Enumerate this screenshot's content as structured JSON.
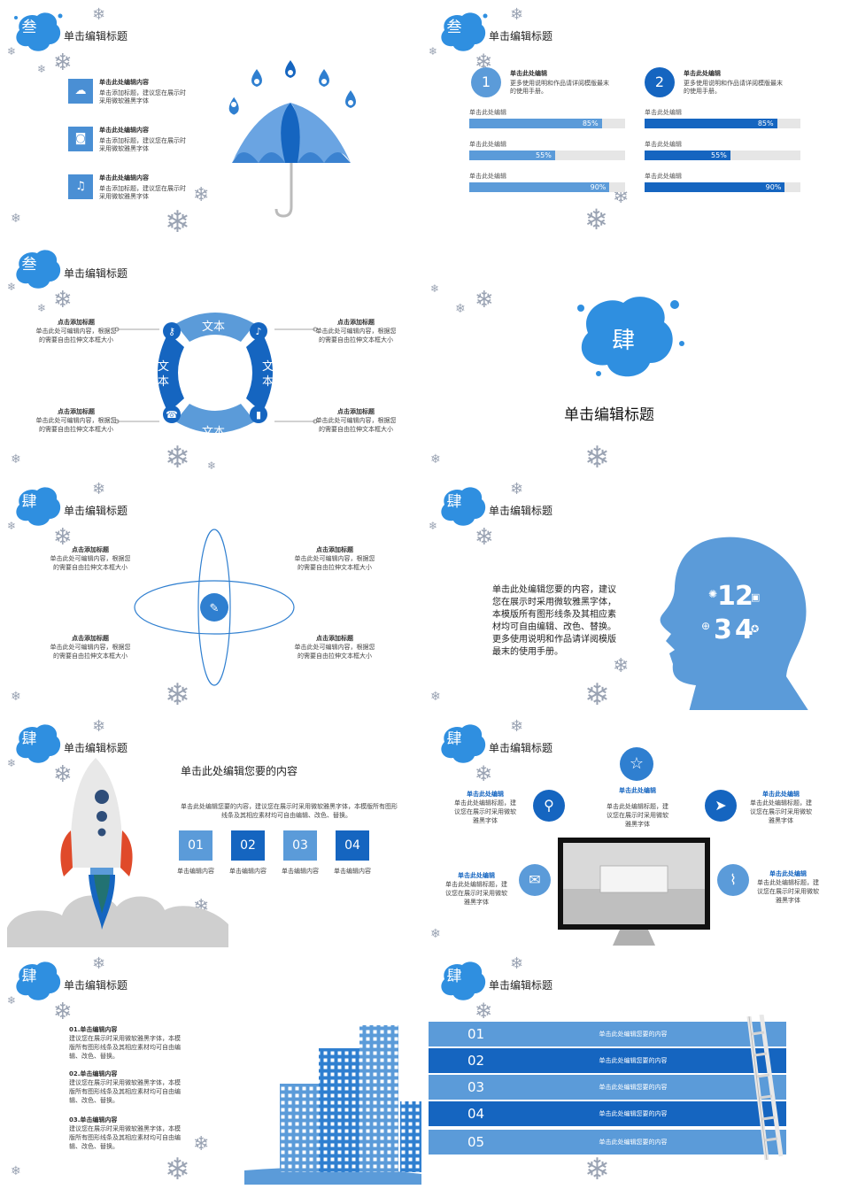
{
  "colors": {
    "dark": "#1565c0",
    "mid": "#2f7fd0",
    "light": "#5b9bd9",
    "pale": "#e6e6e6"
  },
  "icons": {
    "cloud": "cloud-icon",
    "camera": "camera-icon",
    "music": "music-icon",
    "snowflake": "snowflake-icon"
  },
  "slide1": {
    "badge": "叁",
    "title": "单击编辑标题",
    "items": [
      {
        "heading": "单击此处编辑内容",
        "line1": "单击添加标题，建议您在展示时",
        "line2": "采用微软雅黑字体"
      },
      {
        "heading": "单击此处编辑内容",
        "line1": "单击添加标题，建议您在展示时",
        "line2": "采用微软雅黑字体"
      },
      {
        "heading": "单击此处编辑内容",
        "line1": "单击添加标题，建议您在展示时",
        "line2": "采用微软雅黑字体"
      }
    ]
  },
  "slide2": {
    "badge": "叁",
    "title": "单击编辑标题",
    "columns": [
      {
        "num": "1",
        "heading": "单击此处编辑",
        "line1": "更多使用说明和作品请详阅模版最末",
        "line2": "的使用手册。",
        "bars": [
          {
            "label": "单击此处编辑",
            "value": 85,
            "text": "85%"
          },
          {
            "label": "单击此处编辑",
            "value": 55,
            "text": "55%"
          },
          {
            "label": "单击此处编辑",
            "value": 90,
            "text": "90%"
          }
        ]
      },
      {
        "num": "2",
        "heading": "单击此处编辑",
        "line1": "更多使用说明和作品请详阅模版最末",
        "line2": "的使用手册。",
        "bars": [
          {
            "label": "单击此处编辑",
            "value": 85,
            "text": "85%"
          },
          {
            "label": "单击此处编辑",
            "value": 55,
            "text": "55%"
          },
          {
            "label": "单击此处编辑",
            "value": 90,
            "text": "90%"
          }
        ]
      }
    ]
  },
  "slide3": {
    "badge": "叁",
    "title": "单击编辑标题",
    "ring": {
      "top": "文本",
      "left": "文本",
      "right": "文本",
      "bottom": "文本"
    },
    "blocks": [
      {
        "heading": "点击添加标题",
        "line1": "单击此处可编辑内容，根据您",
        "line2": "的需要自由拉伸文本框大小"
      },
      {
        "heading": "点击添加标题",
        "line1": "单击此处可编辑内容，根据您",
        "line2": "的需要自由拉伸文本框大小"
      },
      {
        "heading": "点击添加标题",
        "line1": "单击此处可编辑内容，根据您",
        "line2": "的需要自由拉伸文本框大小"
      },
      {
        "heading": "点击添加标题",
        "line1": "单击此处可编辑内容，根据您",
        "line2": "的需要自由拉伸文本框大小"
      }
    ]
  },
  "slide4": {
    "badge": "肆",
    "title": "单击编辑标题"
  },
  "slide5": {
    "badge": "肆",
    "title": "单击编辑标题",
    "blocks": [
      {
        "heading": "点击添加标题",
        "line1": "单击此处可编辑内容，根据您",
        "line2": "的需要自由拉伸文本框大小"
      },
      {
        "heading": "点击添加标题",
        "line1": "单击此处可编辑内容，根据您",
        "line2": "的需要自由拉伸文本框大小"
      },
      {
        "heading": "点击添加标题",
        "line1": "单击此处可编辑内容，根据您",
        "line2": "的需要自由拉伸文本框大小"
      },
      {
        "heading": "点击添加标题",
        "line1": "单击此处可编辑内容，根据您",
        "line2": "的需要自由拉伸文本框大小"
      }
    ]
  },
  "slide6": {
    "badge": "肆",
    "title": "单击编辑标题",
    "lines": [
      "单击此处编辑您要的内容，建议",
      "您在展示时采用微软雅黑字体，",
      "本模版所有图形线条及其相应素",
      "材均可自由编辑、改色、替换。",
      "更多使用说明和作品请详阅模版",
      "最末的使用手册。"
    ],
    "digits": [
      "1",
      "2",
      "3",
      "4"
    ]
  },
  "slide7": {
    "badge": "肆",
    "title": "单击编辑标题",
    "heading": "单击此处编辑您要的内容",
    "line1": "单击此处编辑您要的内容，建议您在展示时采用微软雅黑字体，本模版所有图形",
    "line2": "线条及其相应素材均可自由编辑、改色、替换。",
    "boxes": [
      {
        "num": "01",
        "label": "单击编辑内容"
      },
      {
        "num": "02",
        "label": "单击编辑内容"
      },
      {
        "num": "03",
        "label": "单击编辑内容"
      },
      {
        "num": "04",
        "label": "单击编辑内容"
      }
    ]
  },
  "slide8": {
    "badge": "肆",
    "title": "单击编辑标题",
    "items": [
      {
        "heading": "单击此处编辑",
        "line1": "单击此处编辑标题，建",
        "line2": "议您在展示时采用微软",
        "line3": "雅黑字体"
      },
      {
        "heading": "单击此处编辑",
        "line1": "单击此处编辑标题，建",
        "line2": "议您在展示时采用微软",
        "line3": "雅黑字体"
      },
      {
        "heading": "单击此处编辑",
        "line1": "单击此处编辑标题，建",
        "line2": "议您在展示时采用微软",
        "line3": "雅黑字体"
      },
      {
        "heading": "单击此处编辑",
        "line1": "单击此处编辑标题，建",
        "line2": "议您在展示时采用微软",
        "line3": "雅黑字体"
      },
      {
        "heading": "单击此处编辑",
        "line1": "单击此处编辑标题，建",
        "line2": "议您在展示时采用微软",
        "line3": "雅黑字体"
      }
    ]
  },
  "slide9": {
    "badge": "肆",
    "title": "单击编辑标题",
    "items": [
      {
        "heading": "01.单击编辑内容",
        "line1": "建议您在展示时采用微软雅黑字体，本模",
        "line2": "版所有图形线条及其相应素材均可自由编",
        "line3": "辑、改色、替换。"
      },
      {
        "heading": "02.单击编辑内容",
        "line1": "建议您在展示时采用微软雅黑字体，本模",
        "line2": "版所有图形线条及其相应素材均可自由编",
        "line3": "辑、改色、替换。"
      },
      {
        "heading": "03.单击编辑内容",
        "line1": "建议您在展示时采用微软雅黑字体，本模",
        "line2": "版所有图形线条及其相应素材均可自由编",
        "line3": "辑、改色、替换。"
      }
    ]
  },
  "slide10": {
    "badge": "肆",
    "title": "单击编辑标题",
    "bands": [
      {
        "num": "01",
        "text": "单击此处编辑您要的内容"
      },
      {
        "num": "02",
        "text": "单击此处编辑您要的内容"
      },
      {
        "num": "03",
        "text": "单击此处编辑您要的内容"
      },
      {
        "num": "04",
        "text": "单击此处编辑您要的内容"
      },
      {
        "num": "05",
        "text": "单击此处编辑您要的内容"
      }
    ]
  }
}
